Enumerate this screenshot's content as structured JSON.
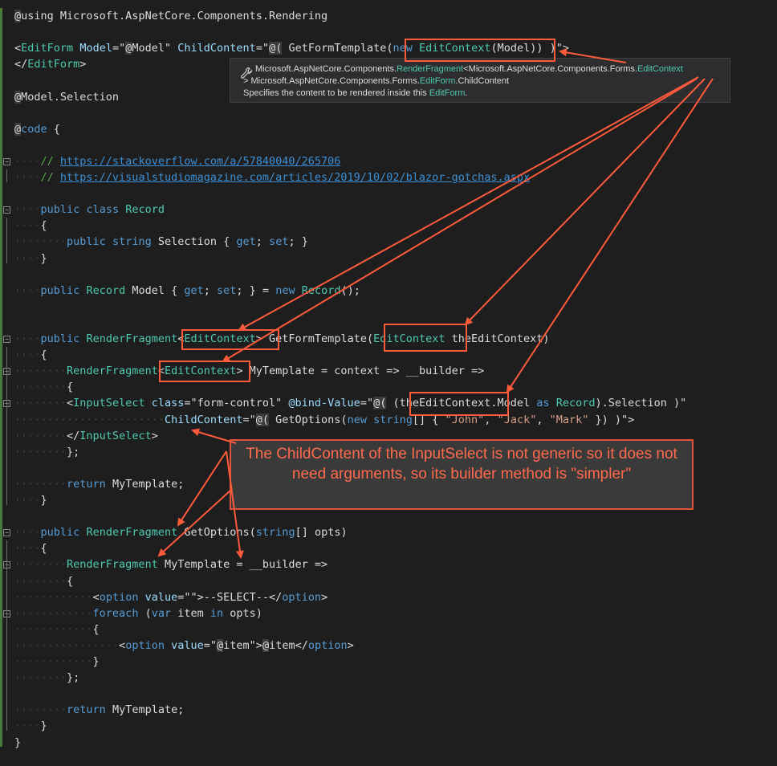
{
  "code_lines": [
    [
      [
        "razor",
        "@"
      ],
      [
        "plain",
        "using Microsoft.AspNetCore.Components.Rendering"
      ]
    ],
    [],
    [
      [
        "plain",
        "<"
      ],
      [
        "comp",
        "EditForm"
      ],
      [
        "plain",
        " "
      ],
      [
        "attr",
        "Model"
      ],
      [
        "plain",
        "=\""
      ],
      [
        "razor",
        "@"
      ],
      [
        "plain",
        "Model\" "
      ],
      [
        "attr",
        "ChildContent"
      ],
      [
        "plain",
        "=\""
      ],
      [
        "razor",
        "@("
      ],
      [
        "plain",
        " GetFormTemplate("
      ],
      [
        "kw",
        "new"
      ],
      [
        "plain",
        " "
      ],
      [
        "type",
        "EditContext"
      ],
      [
        "plain",
        "(Model)) )\">"
      ]
    ],
    [
      [
        "plain",
        "</"
      ],
      [
        "comp",
        "EditForm"
      ],
      [
        "plain",
        ">"
      ]
    ],
    [],
    [
      [
        "razor",
        "@"
      ],
      [
        "plain",
        "Model.Selection"
      ]
    ],
    [],
    [
      [
        "razor",
        "@"
      ],
      [
        "kw",
        "code"
      ],
      [
        "plain",
        " {"
      ]
    ],
    [],
    [
      [
        "ws",
        "····"
      ],
      [
        "cm",
        "// "
      ],
      [
        "link",
        "https://stackoverflow.com/a/57840040/265706"
      ]
    ],
    [
      [
        "ws",
        "····"
      ],
      [
        "cm",
        "// "
      ],
      [
        "link",
        "https://visualstudiomagazine.com/articles/2019/10/02/blazor-gotchas.aspx"
      ]
    ],
    [],
    [
      [
        "ws",
        "····"
      ],
      [
        "kw",
        "public"
      ],
      [
        "plain",
        " "
      ],
      [
        "kw",
        "class"
      ],
      [
        "plain",
        " "
      ],
      [
        "type",
        "Record"
      ]
    ],
    [
      [
        "ws",
        "····"
      ],
      [
        "plain",
        "{"
      ]
    ],
    [
      [
        "ws",
        "········"
      ],
      [
        "kw",
        "public"
      ],
      [
        "plain",
        " "
      ],
      [
        "kw",
        "string"
      ],
      [
        "plain",
        " Selection { "
      ],
      [
        "kw",
        "get"
      ],
      [
        "plain",
        "; "
      ],
      [
        "kw",
        "set"
      ],
      [
        "plain",
        "; }"
      ]
    ],
    [
      [
        "ws",
        "····"
      ],
      [
        "plain",
        "}"
      ]
    ],
    [],
    [
      [
        "ws",
        "····"
      ],
      [
        "kw",
        "public"
      ],
      [
        "plain",
        " "
      ],
      [
        "type",
        "Record"
      ],
      [
        "plain",
        " Model { "
      ],
      [
        "kw",
        "get"
      ],
      [
        "plain",
        "; "
      ],
      [
        "kw",
        "set"
      ],
      [
        "plain",
        "; } = "
      ],
      [
        "kw",
        "new"
      ],
      [
        "plain",
        " "
      ],
      [
        "type",
        "Record"
      ],
      [
        "plain",
        "();"
      ]
    ],
    [],
    [],
    [
      [
        "ws",
        "····"
      ],
      [
        "kw",
        "public"
      ],
      [
        "plain",
        " "
      ],
      [
        "type",
        "RenderFragment"
      ],
      [
        "plain",
        "<"
      ],
      [
        "type",
        "EditContext"
      ],
      [
        "plain",
        "> GetFormTemplate("
      ],
      [
        "type",
        "EditContext"
      ],
      [
        "plain",
        " theEditContext)"
      ]
    ],
    [
      [
        "ws",
        "····"
      ],
      [
        "plain",
        "{"
      ]
    ],
    [
      [
        "ws",
        "········"
      ],
      [
        "type",
        "RenderFragment"
      ],
      [
        "plain",
        "<"
      ],
      [
        "type",
        "EditContext"
      ],
      [
        "plain",
        "> MyTemplate = context => __builder =>"
      ]
    ],
    [
      [
        "ws",
        "········"
      ],
      [
        "plain",
        "{"
      ]
    ],
    [
      [
        "ws",
        "········"
      ],
      [
        "plain",
        "<"
      ],
      [
        "comp",
        "InputSelect"
      ],
      [
        "plain",
        " "
      ],
      [
        "attr",
        "class"
      ],
      [
        "plain",
        "=\"form-control\" "
      ],
      [
        "attr",
        "@bind-Value"
      ],
      [
        "plain",
        "=\""
      ],
      [
        "razor",
        "@("
      ],
      [
        "plain",
        " (theEditContext.Model "
      ],
      [
        "kw",
        "as"
      ],
      [
        "plain",
        " "
      ],
      [
        "type",
        "Record"
      ],
      [
        "plain",
        ").Selection )\""
      ]
    ],
    [
      [
        "ws",
        "·······················"
      ],
      [
        "attr",
        "ChildContent"
      ],
      [
        "plain",
        "=\""
      ],
      [
        "razor",
        "@("
      ],
      [
        "plain",
        " GetOptions("
      ],
      [
        "kw",
        "new"
      ],
      [
        "plain",
        " "
      ],
      [
        "kw",
        "string"
      ],
      [
        "plain",
        "[] { "
      ],
      [
        "str",
        "\"John\""
      ],
      [
        "plain",
        ", "
      ],
      [
        "str",
        "\"Jack\""
      ],
      [
        "plain",
        ", "
      ],
      [
        "str",
        "\"Mark\""
      ],
      [
        "plain",
        " }) )\">"
      ]
    ],
    [
      [
        "ws",
        "········"
      ],
      [
        "plain",
        "</"
      ],
      [
        "comp",
        "InputSelect"
      ],
      [
        "plain",
        ">"
      ]
    ],
    [
      [
        "ws",
        "········"
      ],
      [
        "plain",
        "};"
      ]
    ],
    [],
    [
      [
        "ws",
        "········"
      ],
      [
        "kw",
        "return"
      ],
      [
        "plain",
        " MyTemplate;"
      ]
    ],
    [
      [
        "ws",
        "····"
      ],
      [
        "plain",
        "}"
      ]
    ],
    [],
    [
      [
        "ws",
        "····"
      ],
      [
        "kw",
        "public"
      ],
      [
        "plain",
        " "
      ],
      [
        "type",
        "RenderFragment"
      ],
      [
        "plain",
        " GetOptions("
      ],
      [
        "kw",
        "string"
      ],
      [
        "plain",
        "[] opts)"
      ]
    ],
    [
      [
        "ws",
        "····"
      ],
      [
        "plain",
        "{"
      ]
    ],
    [
      [
        "ws",
        "········"
      ],
      [
        "type",
        "RenderFragment"
      ],
      [
        "plain",
        " MyTemplate = __builder =>"
      ]
    ],
    [
      [
        "ws",
        "········"
      ],
      [
        "plain",
        "{"
      ]
    ],
    [
      [
        "ws",
        "············"
      ],
      [
        "plain",
        "<"
      ],
      [
        "tag",
        "option"
      ],
      [
        "plain",
        " "
      ],
      [
        "attr",
        "value"
      ],
      [
        "plain",
        "=\"\">--SELECT--</"
      ],
      [
        "tag",
        "option"
      ],
      [
        "plain",
        ">"
      ]
    ],
    [
      [
        "ws",
        "············"
      ],
      [
        "kw",
        "foreach"
      ],
      [
        "plain",
        " ("
      ],
      [
        "kw",
        "var"
      ],
      [
        "plain",
        " item "
      ],
      [
        "kw",
        "in"
      ],
      [
        "plain",
        " opts)"
      ]
    ],
    [
      [
        "ws",
        "············"
      ],
      [
        "plain",
        "{"
      ]
    ],
    [
      [
        "ws",
        "················"
      ],
      [
        "plain",
        "<"
      ],
      [
        "tag",
        "option"
      ],
      [
        "plain",
        " "
      ],
      [
        "attr",
        "value"
      ],
      [
        "plain",
        "=\""
      ],
      [
        "razor",
        "@"
      ],
      [
        "plain",
        "item\">"
      ],
      [
        "razor",
        "@"
      ],
      [
        "plain",
        "item</"
      ],
      [
        "tag",
        "option"
      ],
      [
        "plain",
        ">"
      ]
    ],
    [
      [
        "ws",
        "············"
      ],
      [
        "plain",
        "}"
      ]
    ],
    [
      [
        "ws",
        "········"
      ],
      [
        "plain",
        "};"
      ]
    ],
    [],
    [
      [
        "ws",
        "········"
      ],
      [
        "kw",
        "return"
      ],
      [
        "plain",
        " MyTemplate;"
      ]
    ],
    [
      [
        "ws",
        "····"
      ],
      [
        "plain",
        "}"
      ]
    ],
    [
      [
        "plain",
        "}"
      ]
    ]
  ],
  "tooltip": {
    "line1_a": "Microsoft.AspNetCore.Components.",
    "line1_b": "RenderFragment",
    "line1_c": "<Microsoft.AspNetCore.Components.Forms.",
    "line1_d": "EditContext",
    "line2_a": "> Microsoft.AspNetCore.Components.Forms.",
    "line2_b": "EditForm",
    "line2_c": ".ChildContent",
    "line3_a": "Specifies the content to be rendered inside this ",
    "line3_b": "EditForm",
    "line3_c": "."
  },
  "callout": {
    "text": "The ChildContent of the InputSelect is not generic so it does not need arguments, so its builder method is \"simpler\""
  },
  "colors": {
    "background": "#1e1e1e",
    "annotation": "#ff5a3c",
    "keyword": "#569cd6",
    "type": "#4ec9b0"
  },
  "icons": {
    "tooltip_icon": "wrench-icon"
  }
}
